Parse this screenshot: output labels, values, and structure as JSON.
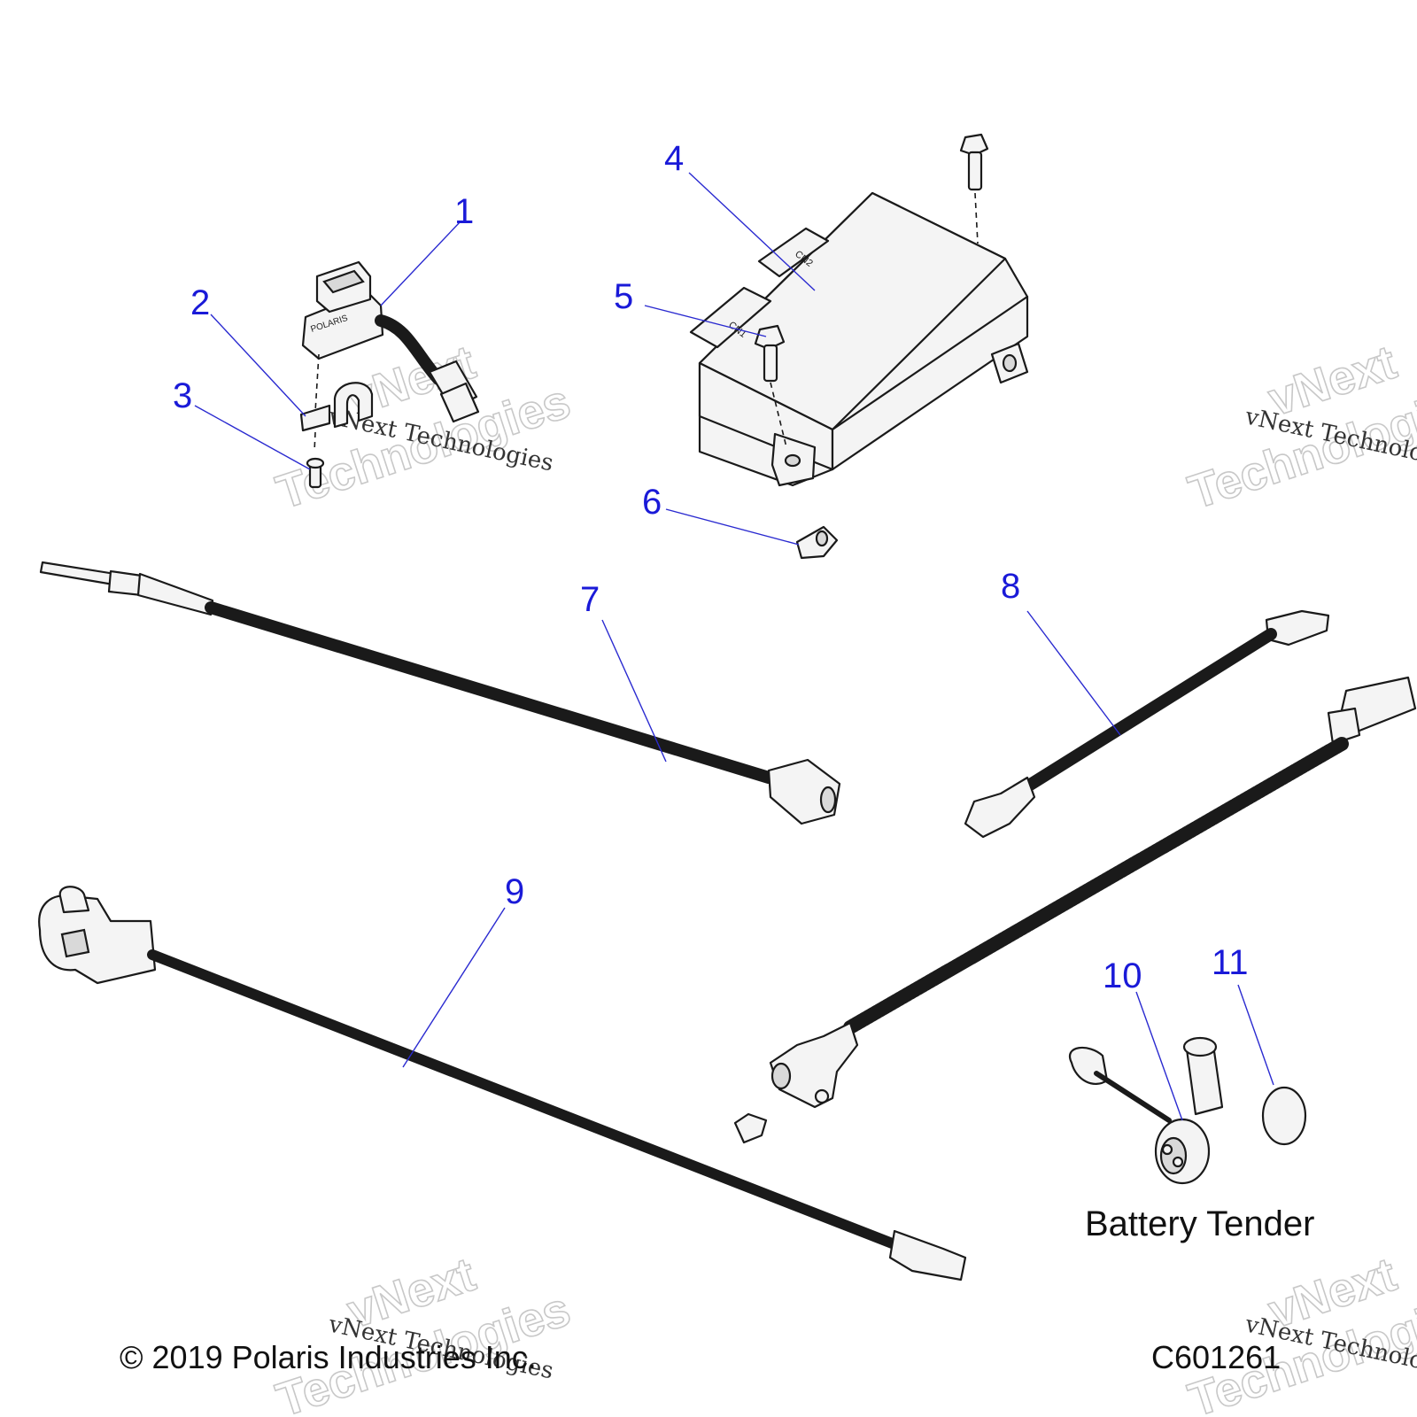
{
  "callouts": {
    "c1": "1",
    "c2": "2",
    "c3": "3",
    "c4": "4",
    "c5": "5",
    "c6": "6",
    "c7": "7",
    "c8": "8",
    "c9": "9",
    "c10": "10",
    "c11": "11"
  },
  "caption": {
    "battery_tender": "Battery Tender"
  },
  "footer": {
    "copyright": "© 2019 Polaris Industries Inc.",
    "figure_id": "C601261"
  },
  "watermark": {
    "line1": "vNext",
    "line2": "Technologies",
    "small": "vNext Technologies"
  },
  "part_markings": {
    "switch_brand": "POLARIS",
    "module_port_a": "CN1",
    "module_port_b": "CN2"
  },
  "colors": {
    "callout": "#1a1ad8",
    "line": "#1a1a1a",
    "watermark": "#c8c8c8"
  }
}
